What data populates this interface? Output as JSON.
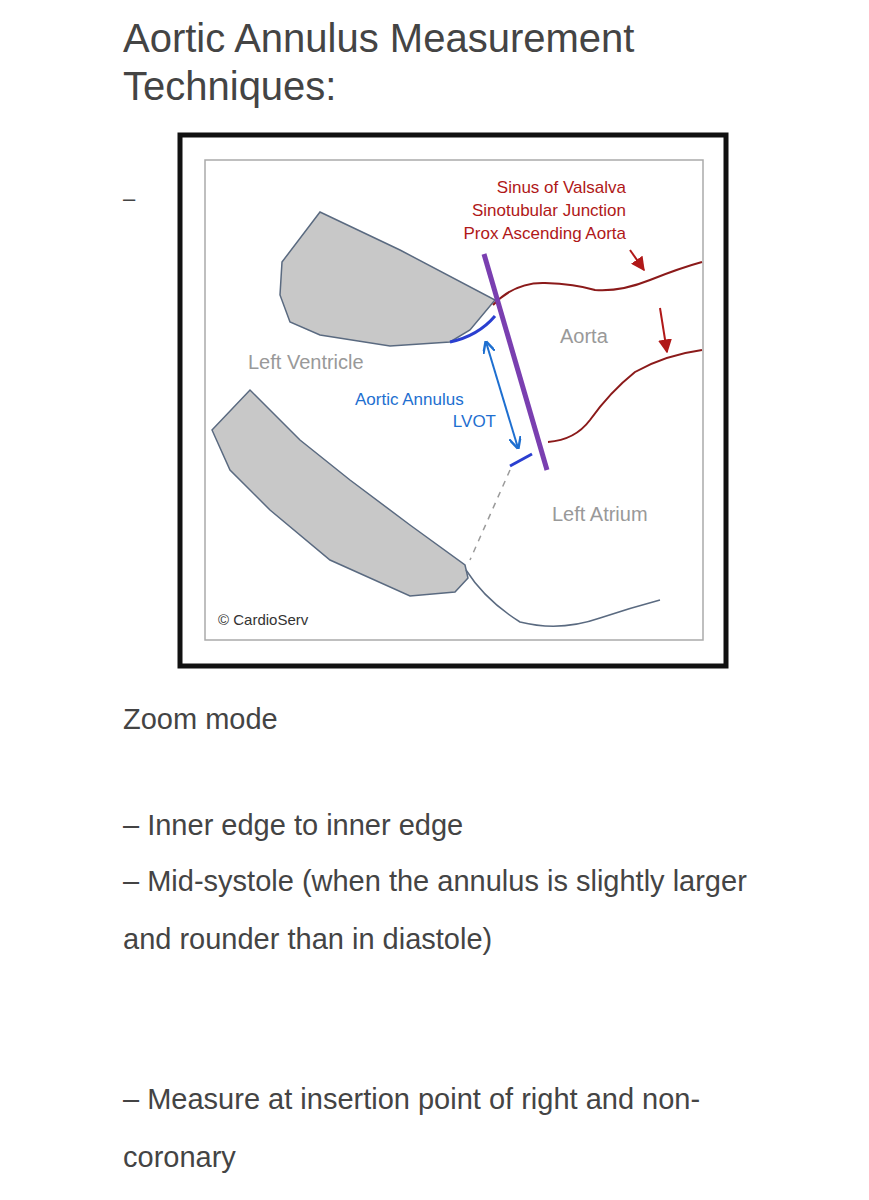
{
  "diagram": {
    "title": "Aortic Annulus Measurement Techniques:",
    "labels": [
      "–",
      "Sinus of Valsalva",
      "Sinotubular Junction",
      "Prox Ascending Aorta",
      "Aorta",
      "Left Ventricle",
      "Aortic Annulus",
      "LVOT",
      "Left Atrium",
      "© CardioServ",
      "Zoom mode",
      "– Inner edge to inner edge",
      "– Mid-systole (when the annulus is slightly larger and rounder than in diastole)",
      "– Measure at insertion point of right and non-coronary"
    ]
  }
}
